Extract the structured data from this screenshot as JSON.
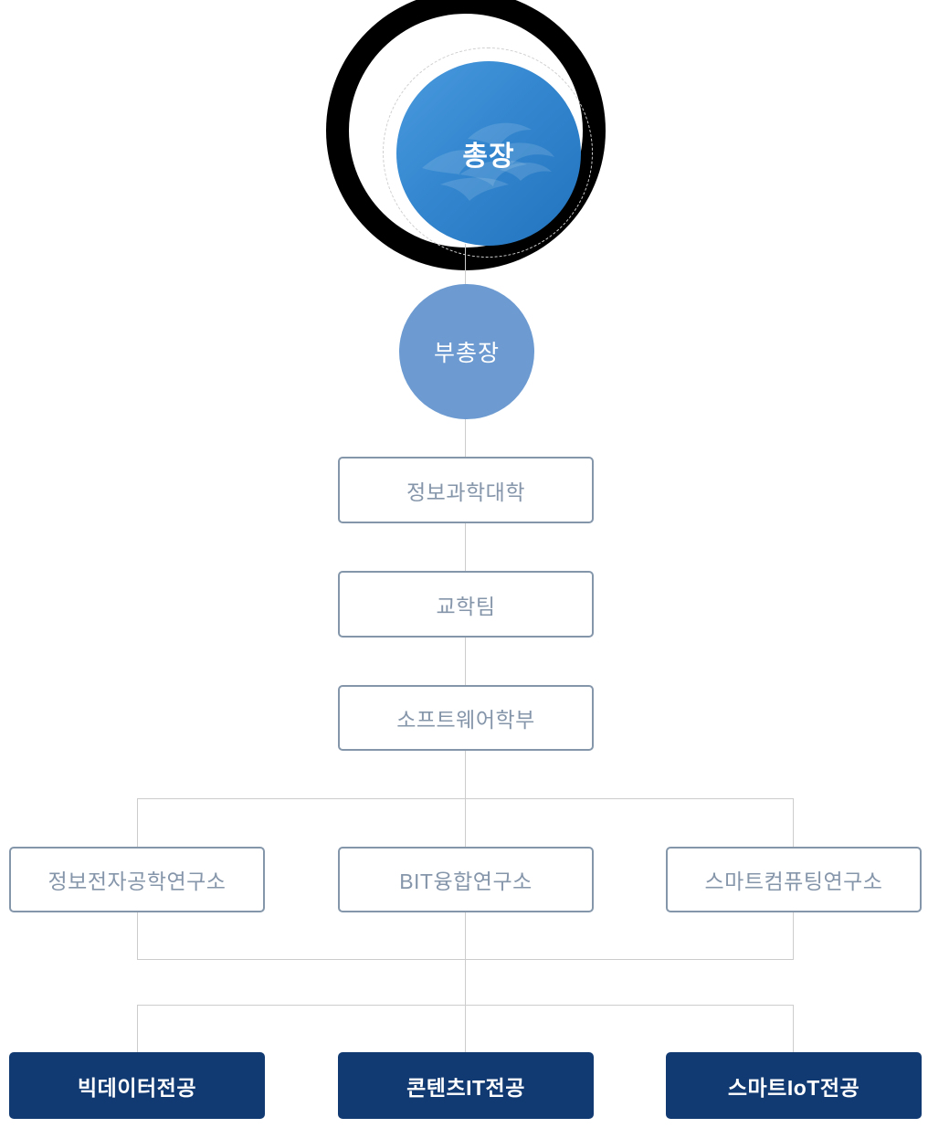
{
  "org": {
    "president": {
      "label": "총장"
    },
    "vice_president": {
      "label": "부총장"
    },
    "college": {
      "label": "정보과학대학"
    },
    "team": {
      "label": "교학팀"
    },
    "school": {
      "label": "소프트웨어학부"
    },
    "institutes": [
      {
        "label": "정보전자공학연구소"
      },
      {
        "label": "BIT융합연구소"
      },
      {
        "label": "스마트컴퓨팅연구소"
      }
    ],
    "majors": [
      {
        "label": "빅데이터전공"
      },
      {
        "label": "콘텐츠IT전공"
      },
      {
        "label": "스마트IoT전공"
      }
    ]
  },
  "icons": {
    "president_watermark": "wave-emblem-logo"
  },
  "palette": {
    "badge_ring": "#000000",
    "badge_blue_top": "#4a9ade",
    "badge_blue_bottom": "#2273be",
    "vp_circle": "#6d9bd1",
    "box_border": "#8496aa",
    "box_text": "#8595aa",
    "connector": "#cccccc",
    "major_bg": "#123a72",
    "major_text": "#ffffff"
  }
}
